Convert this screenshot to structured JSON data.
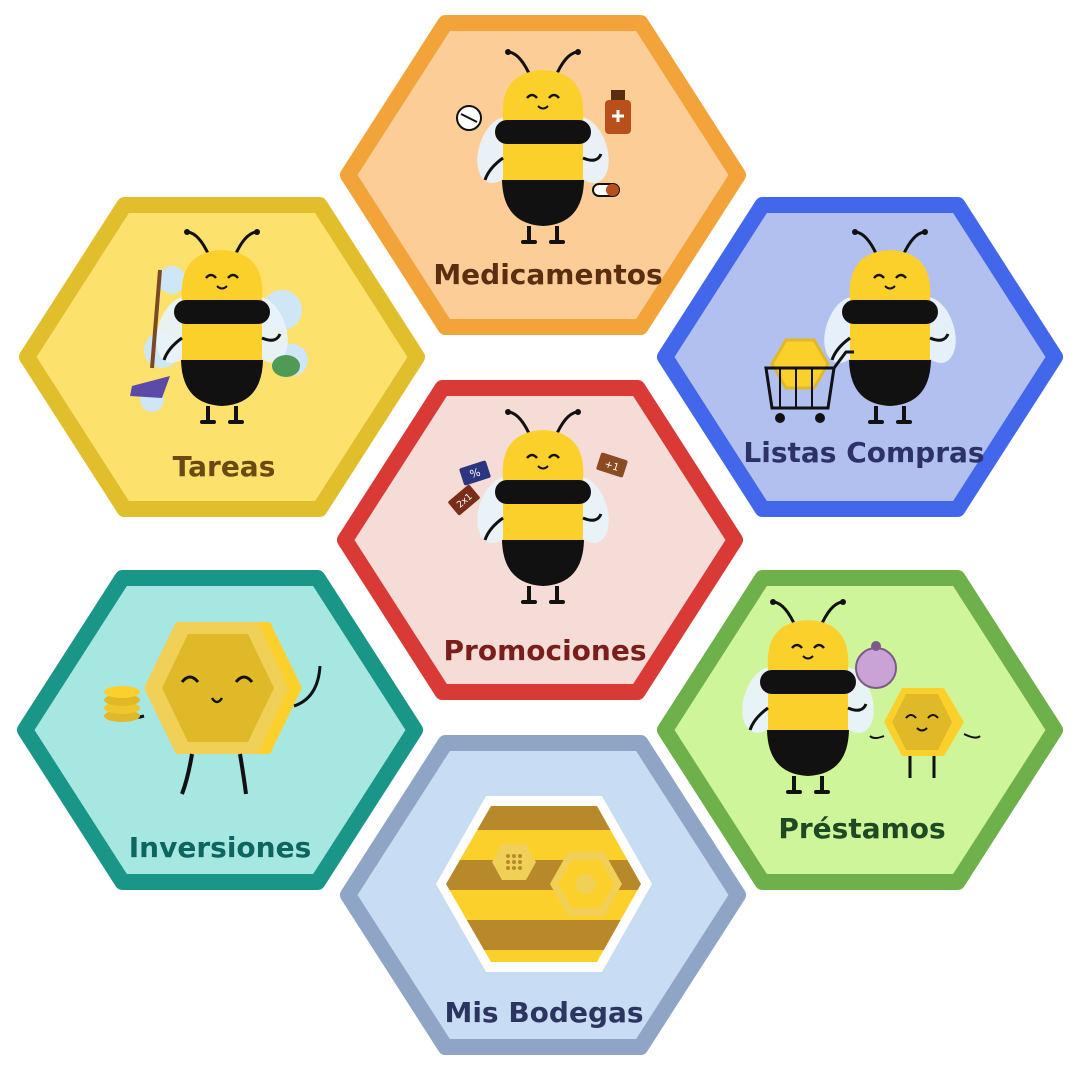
{
  "tiles": [
    {
      "id": "medicamentos",
      "label": "Medicamentos",
      "fill": "#fccd97",
      "stroke": "#f2a43b",
      "text_color": "#5a2e10"
    },
    {
      "id": "tareas",
      "label": "Tareas",
      "fill": "#fde16d",
      "stroke": "#e0be2c",
      "text_color": "#6b4a12"
    },
    {
      "id": "listas-compras",
      "label": "Listas Compras",
      "fill": "#b1c0ef",
      "stroke": "#4367ea",
      "text_color": "#2c3268"
    },
    {
      "id": "promociones",
      "label": "Promociones",
      "fill": "#f5dcd7",
      "stroke": "#d93a36",
      "text_color": "#7a1e1c"
    },
    {
      "id": "inversiones",
      "label": "Inversiones",
      "fill": "#a7e7e2",
      "stroke": "#1a9688",
      "text_color": "#0d6560"
    },
    {
      "id": "prestamos",
      "label": "Préstamos",
      "fill": "#cff59a",
      "stroke": "#6eb04a",
      "text_color": "#1d4a22"
    },
    {
      "id": "mis-bodegas",
      "label": "Mis Bodegas",
      "fill": "#c8dcf4",
      "stroke": "#8fa5c6",
      "text_color": "#2b3560"
    }
  ],
  "badges": {
    "percent": "%",
    "two_for_one": "2x1",
    "plus_one": "+1"
  },
  "colors": {
    "bee_yellow": "#fcd02b",
    "bee_black": "#111111",
    "honey_gold": "#e0b928",
    "honey_brown": "#b7892b",
    "wing": "#e8f2fb"
  }
}
